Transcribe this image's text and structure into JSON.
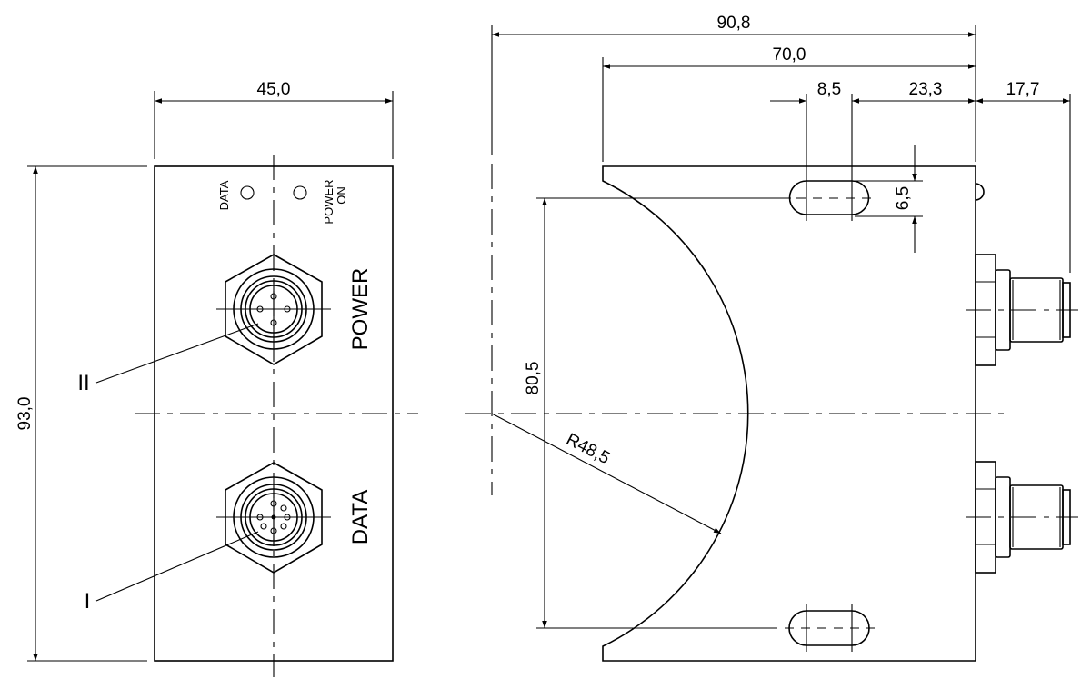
{
  "drawing": {
    "front_view": {
      "width_dim": "45,0",
      "height_dim": "93,0",
      "led_labels": [
        "DATA",
        "POWER",
        "ON"
      ],
      "connector_power_label": "POWER",
      "connector_data_label": "DATA",
      "callout_power": "II",
      "callout_data": "I"
    },
    "side_view": {
      "overall_width_dim": "90,8",
      "body_width_dim": "70,0",
      "slot_length_dim": "8,5",
      "slot_offset_dim": "23,3",
      "connector_length_dim": "17,7",
      "slot_width_dim": "6,5",
      "slot_spacing_dim": "80,5",
      "radius_dim": "R48,5"
    },
    "line_color": "#000000",
    "background_color": "#ffffff"
  }
}
